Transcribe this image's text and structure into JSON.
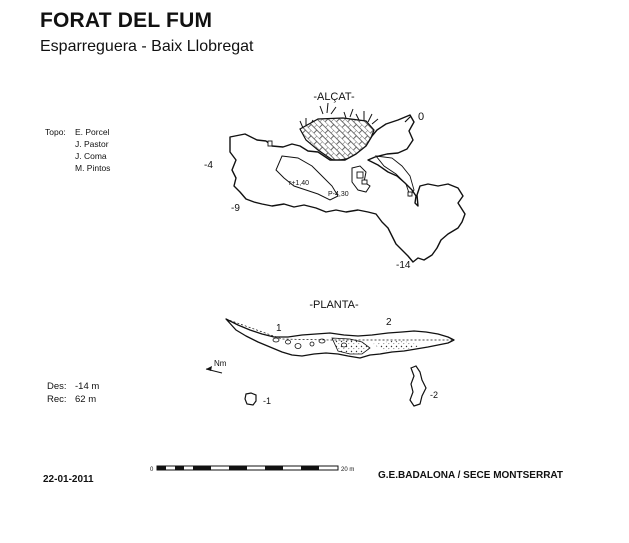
{
  "title": "FORAT DEL FUM",
  "subtitle": "Esparreguera - Baix Llobregat",
  "topo": {
    "label": "Topo:",
    "names": [
      "E. Porcel",
      "J. Pastor",
      "J. Coma",
      "M. Pintos"
    ]
  },
  "alcat": {
    "label": "-ALÇAT-",
    "depths": {
      "zero": "0",
      "minus4": "-4",
      "minus9": "-9",
      "minus14": "-14"
    },
    "annotations": {
      "r_step": "r+1,40",
      "pit": "P-4,30"
    }
  },
  "planta": {
    "label": "-PLANTA-",
    "point1": "1",
    "point2": "2",
    "section1": "-1",
    "section2": "-2",
    "north": "Nm"
  },
  "stats": {
    "des_label": "Des:",
    "des_value": "-14 m",
    "rec_label": "Rec:",
    "rec_value": "62 m"
  },
  "scale": {
    "start": "0",
    "end": "20 m"
  },
  "date": "22-01-2011",
  "credit": "G.E.BADALONA / SECE MONTSERRAT"
}
